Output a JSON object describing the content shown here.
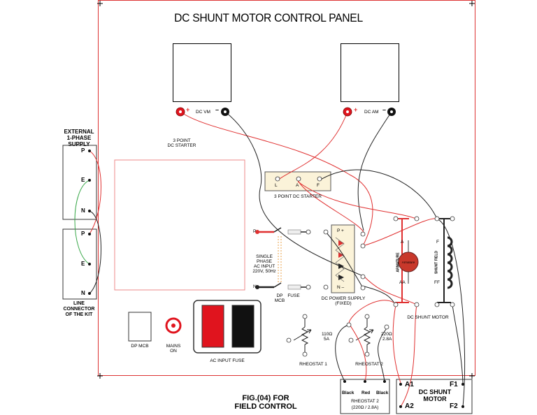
{
  "title": "DC SHUNT MOTOR CONTROL PANEL",
  "meters": {
    "voltmeter_label": "DC VM",
    "ammeter_label": "DC AM",
    "plus": "+",
    "minus": "–"
  },
  "starter": {
    "panel_label_1": "3 POINT",
    "panel_label_2": "DC STARTER",
    "block_label": "3 POINT DC STARTER",
    "terminals": [
      "L",
      "A",
      "F"
    ]
  },
  "external_supply": {
    "title_1": "EXTERNAL",
    "title_2": "1-PHASE",
    "title_3": "SUPPLY",
    "terminals": [
      "P",
      "E",
      "N"
    ]
  },
  "line_connector": {
    "terminals": [
      "P",
      "E",
      "N"
    ],
    "caption_1": "LINE",
    "caption_2": "CONNECTOR",
    "caption_3": "OF THE KIT"
  },
  "ac_input": {
    "p": "P",
    "n": "N",
    "label_1": "SINGLE",
    "label_2": "PHASE",
    "label_3": "AC INPUT",
    "label_4": "220V, 50Hz",
    "dp": "DP",
    "mcb": "MCB",
    "fuse": "FUSE"
  },
  "dc_power_supply": {
    "label_1": "DC POWER SUPPLY",
    "label_2": "(FIXED)",
    "p_plus": "P  +",
    "n_minus": "N  –"
  },
  "motor_panel": {
    "a": "A",
    "aa": "AA",
    "armature_v": "ARMATURE",
    "armature_c": "Armature",
    "f": "F",
    "ff": "FF",
    "shunt_field": "SHUNT FIELD",
    "label": "DC SHUNT MOTOR"
  },
  "bottom_left": {
    "dp_mcb": "DP MCB",
    "mains_1": "MAINS",
    "mains_2": "ON",
    "ac_fuse": "AC INPUT FUSE"
  },
  "rheostats": {
    "r1_label": "RHEOSTAT 1",
    "r1_val_1": "110Ω",
    "r1_val_2": "5A",
    "r2_label": "RHEOSTAT 2",
    "r2_val_1": "220Ω",
    "r2_val_2": "2.8A"
  },
  "fig": {
    "line_1": "FIG.(04) FOR",
    "line_2": "FIELD CONTROL"
  },
  "ext_rheostat": {
    "t1": "Black",
    "t2": "Red",
    "t3": "Black",
    "label_1": "RHEOSTAT 2",
    "label_2": "(220Ω / 2.8A)"
  },
  "ext_motor": {
    "a1": "A1",
    "a2": "A2",
    "f1": "F1",
    "f2": "F2",
    "label_1": "DC SHUNT",
    "label_2": "MOTOR"
  },
  "colors": {
    "wire_red": "#e03030",
    "wire_black": "#222222",
    "wire_green": "#3aa84a",
    "panel_border": "#d33333",
    "terminal_red": "#e0141e",
    "dps_fill": "#fbf3d9"
  }
}
